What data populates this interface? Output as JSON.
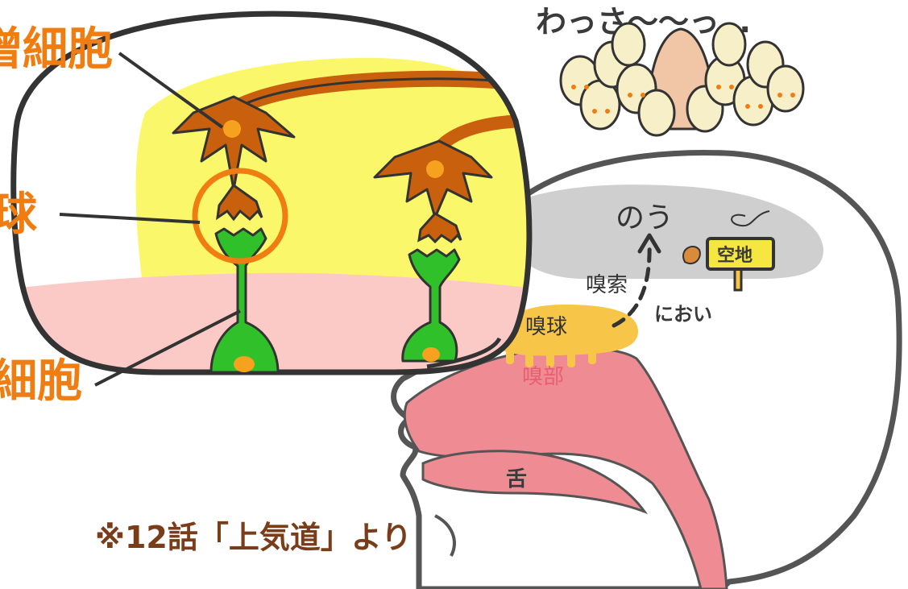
{
  "labels": {
    "mitral_cell": "僧細胞",
    "glomerulus": "球",
    "receptor_cell": "細胞",
    "brain": "のう",
    "olfactory_tract": "嗅索",
    "olfactory_bulb": "嗅球",
    "olfactory_region": "嗅部",
    "smell": "におい",
    "tongue": "舌",
    "vacant_lot": "空地",
    "crowd_shout": "わっさ〜〜っ…",
    "source_note": "※12話「上気道」より"
  },
  "colors": {
    "background": "#ffffff",
    "neuron_brown": "#c8600e",
    "nucleus_orange": "#f6a21e",
    "receptor_green": "#2fc02a",
    "highlight_yellow": "#fbf76a",
    "mucosa_pink": "#fbc9c6",
    "brain_gray": "#cfcfcf",
    "bulb_yellow": "#f7c548",
    "tract_pink": "#ef8b92",
    "label_orange": "#f07d12",
    "outline": "#333333"
  }
}
